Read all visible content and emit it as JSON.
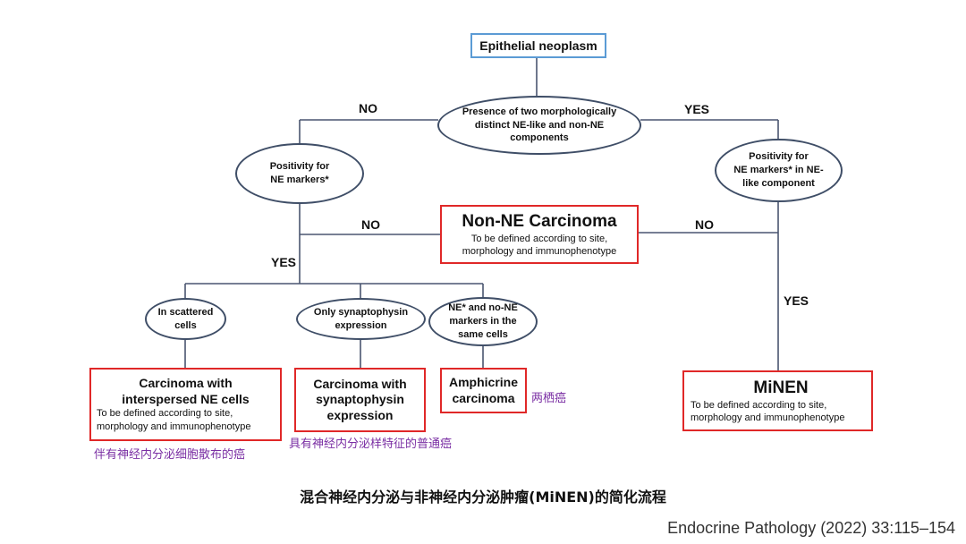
{
  "nodes": {
    "epithelial_neoplasm": "Epithelial neoplasm",
    "presence_two_components": "Presence of two morphologically\ndistinct NE-like and non-NE\ncomponents",
    "positivity_ne_markers": "Positivity for\nNE markers*",
    "positivity_ne_like_component": "Positivity for\nNE markers* in NE-\nlike component",
    "in_scattered_cells": "In scattered\ncells",
    "only_synaptophysin": "Only synaptophysin\nexpression",
    "ne_and_non_ne_same_cells": "NE* and no-NE\nmarkers in the\nsame cells"
  },
  "outcomes": {
    "non_ne_carcinoma": {
      "title": "Non-NE Carcinoma",
      "subtitle": "To be defined according to site,\nmorphology and immunophenotype"
    },
    "interspersed_ne": {
      "title": "Carcinoma with\ninterspersed NE cells",
      "subtitle": "To be defined according to site,\nmorphology and immunophenotype"
    },
    "synaptophysin_expression": {
      "title": "Carcinoma with\nsynaptophysin\nexpression"
    },
    "amphicrine": {
      "title": "Amphicrine\ncarcinoma"
    },
    "minen": {
      "title": "MiNEN",
      "subtitle": "To be defined according to site,\nmorphology and immunophenotype"
    }
  },
  "labels": {
    "no_left": "NO",
    "yes_right": "YES",
    "no_mid_left": "NO",
    "no_mid_right": "NO",
    "yes_left": "YES",
    "yes_right_lower": "YES"
  },
  "chinese_notes": {
    "interspersed": "伴有神经内分泌细胞散布的癌",
    "synaptophysin": "具有神经内分泌样特征的普通癌",
    "amphicrine": "两栖癌"
  },
  "caption": "混合神经内分泌与非神经内分泌肿瘤(MiNEN)的简化流程",
  "citation": "Endocrine Pathology (2022) 33:115–154",
  "colors": {
    "connector": "#4a5570",
    "oval_border": "#3f4e67",
    "start_border": "#5b9bd5",
    "outcome_border": "#e02828",
    "note_text": "#7a2ea3"
  }
}
